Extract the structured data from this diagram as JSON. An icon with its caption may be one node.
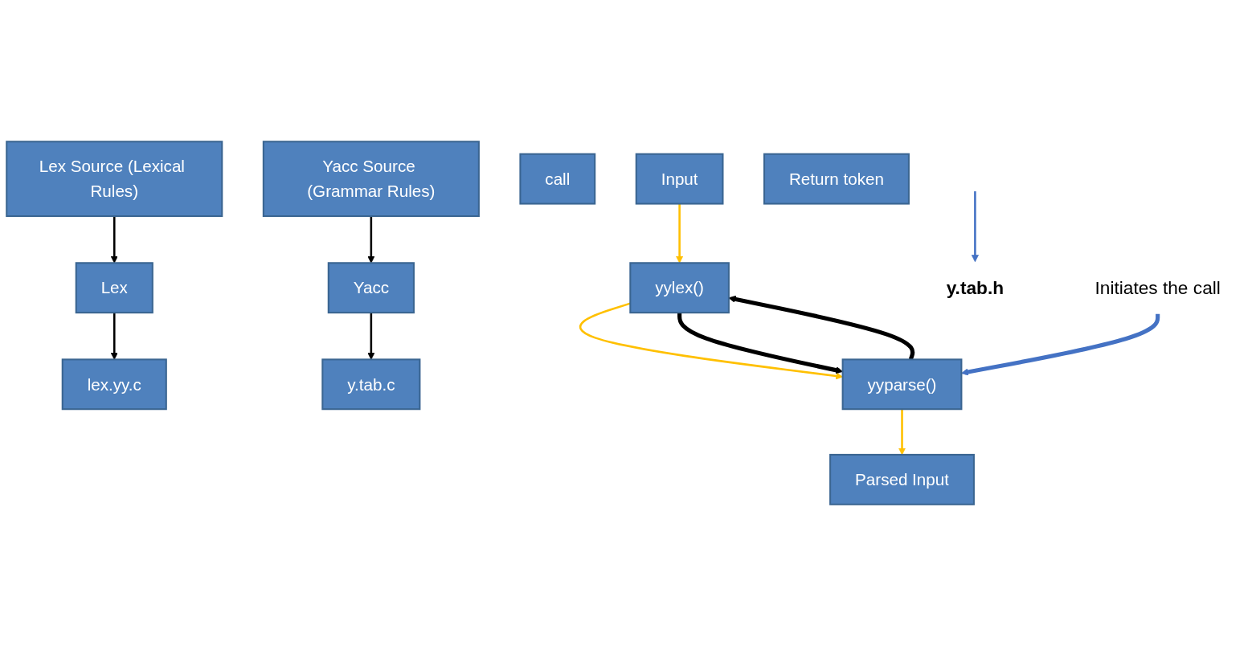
{
  "diagram": {
    "nodes": [
      {
        "text": [
          "Lex Source (Lexical Rules)"
        ]
      },
      {
        "text": [
          "Yacc Source (Grammar Rules)"
        ]
      },
      {
        "text": [
          "Lex"
        ]
      },
      {
        "text": [
          "Yacc"
        ]
      },
      {
        "text": [
          "lex.yy.c"
        ]
      },
      {
        "text": [
          "call"
        ]
      },
      {
        "text": [
          "y.tab.c"
        ]
      },
      {
        "text": [
          "Input"
        ]
      },
      {
        "text": [
          "yylex()"
        ]
      },
      {
        "text": [
          "yyparse()"
        ]
      },
      {
        "text": [
          "Parsed Input"
        ]
      },
      {
        "text": [
          "Return token"
        ]
      },
      {
        "text": [
          "y.tab.h"
        ]
      },
      {
        "text": [
          "Initiates the call"
        ]
      }
    ],
    "edges": [
      {
        "from": 0,
        "to": 2,
        "arrow": "to"
      },
      {
        "from": 1,
        "to": 3,
        "arrow": "to"
      },
      {
        "from": 2,
        "to": 4,
        "arrow": "to"
      },
      {
        "from": 3,
        "to": 6,
        "arrow": "to"
      },
      {
        "from": null,
        "to": 12,
        "arrow": "to",
        "color": "#4472c4"
      },
      {
        "from": 9,
        "to": 8,
        "arrow": "to",
        "style": "thick"
      },
      {
        "from": 7,
        "to": 8,
        "arrow": "to",
        "color": "#ffc000"
      },
      {
        "from": 8,
        "to": 9,
        "arrow": "to",
        "color": "#ffc000"
      },
      {
        "from": 9,
        "to": 10,
        "arrow": "to",
        "color": "#ffc000"
      },
      {
        "from": 8,
        "to": 9,
        "arrow": "to",
        "style": "thick"
      },
      {
        "from": 13,
        "to": 9,
        "arrow": "to",
        "style": "thick",
        "color": "#4472c4"
      }
    ]
  }
}
